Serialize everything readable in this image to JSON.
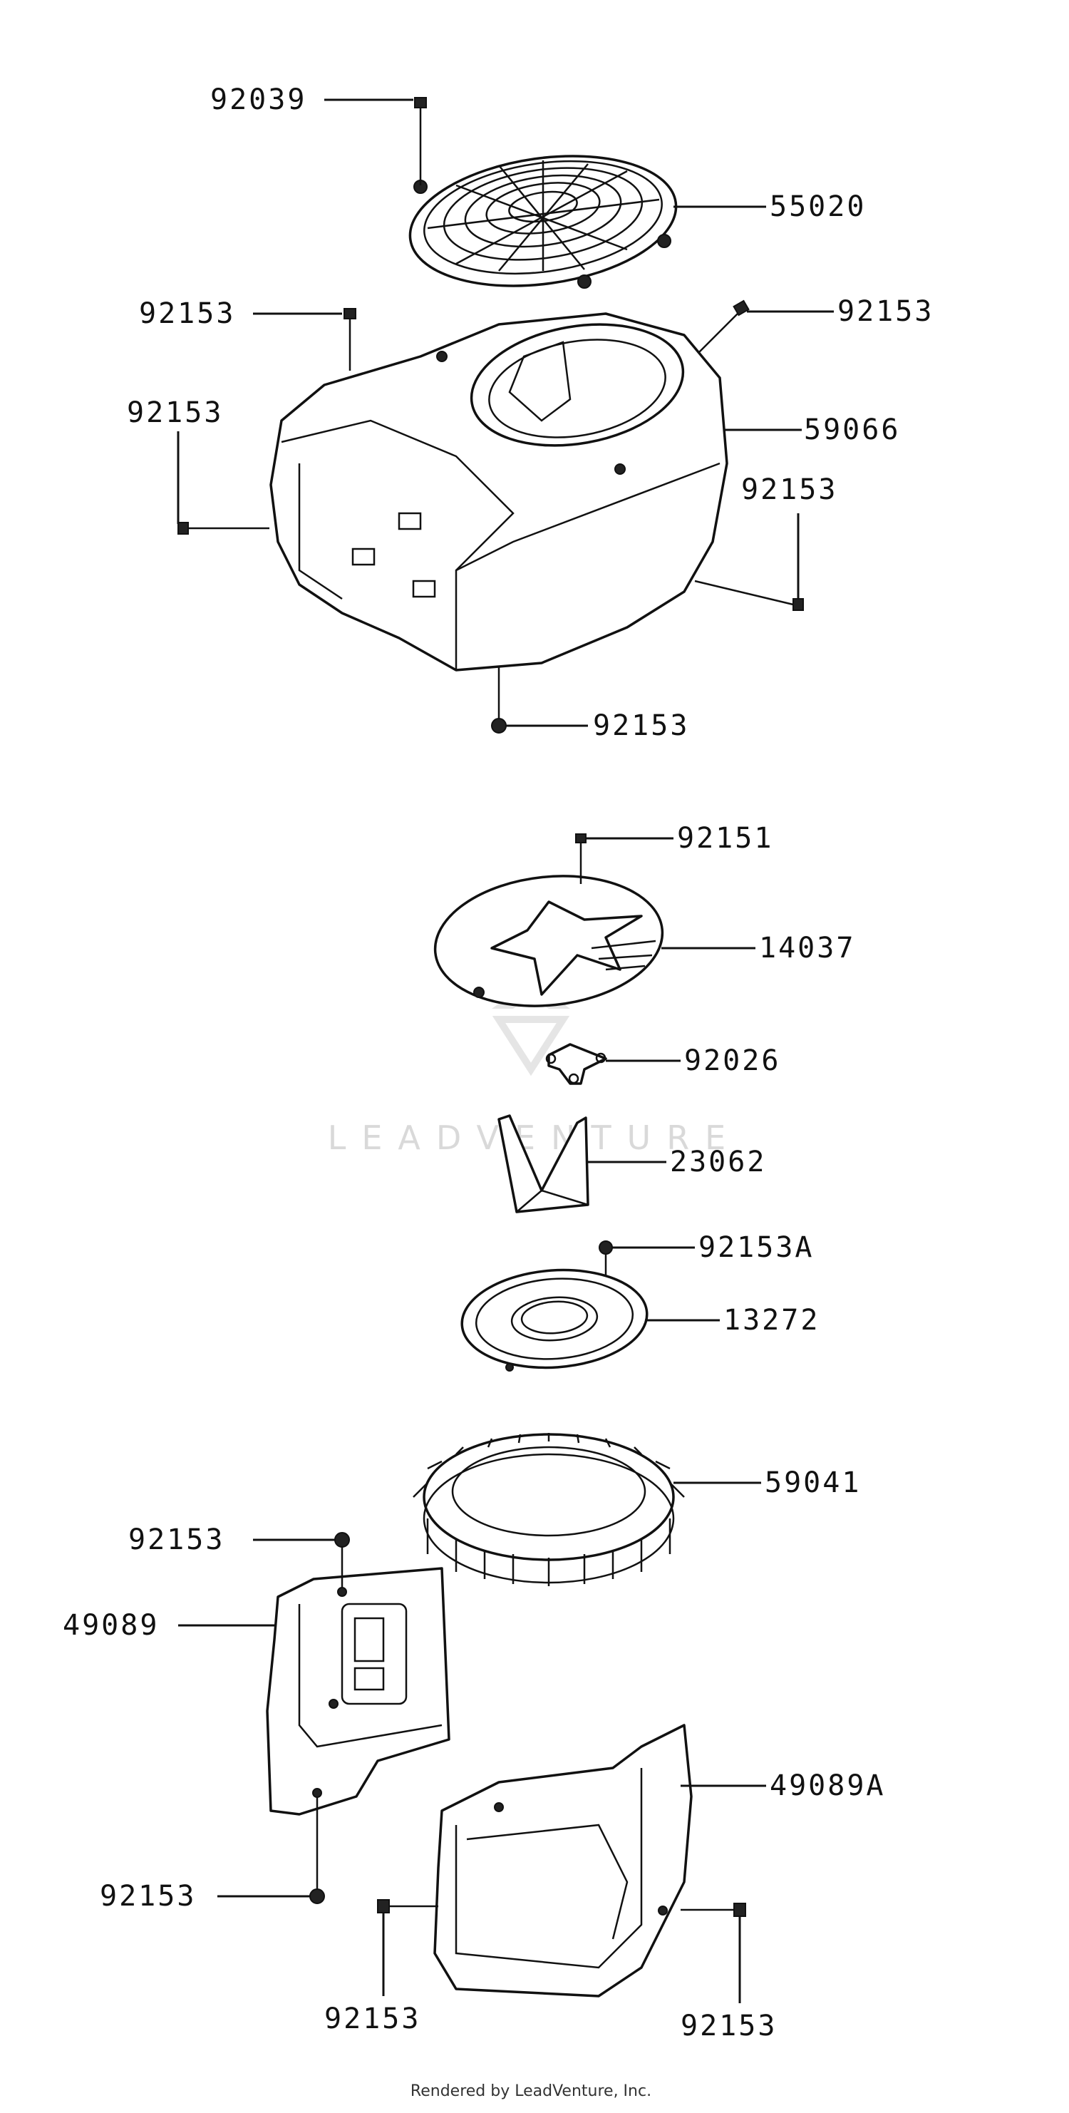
{
  "watermark": {
    "brand": "LEADVENTURE"
  },
  "footer": {
    "credit": "Rendered by LeadVenture, Inc."
  },
  "callouts": [
    {
      "id": "c-92039",
      "label": "92039"
    },
    {
      "id": "c-55020",
      "label": "55020"
    },
    {
      "id": "c-92153-a",
      "label": "92153"
    },
    {
      "id": "c-92153-b",
      "label": "92153"
    },
    {
      "id": "c-92153-c",
      "label": "92153"
    },
    {
      "id": "c-59066",
      "label": "59066"
    },
    {
      "id": "c-92153-d",
      "label": "92153"
    },
    {
      "id": "c-92153-e",
      "label": "92153"
    },
    {
      "id": "c-92151",
      "label": "92151"
    },
    {
      "id": "c-14037",
      "label": "14037"
    },
    {
      "id": "c-92026",
      "label": "92026"
    },
    {
      "id": "c-23062",
      "label": "23062"
    },
    {
      "id": "c-92153A",
      "label": "92153A"
    },
    {
      "id": "c-13272",
      "label": "13272"
    },
    {
      "id": "c-59041",
      "label": "59041"
    },
    {
      "id": "c-92153-f",
      "label": "92153"
    },
    {
      "id": "c-49089",
      "label": "49089"
    },
    {
      "id": "c-49089A",
      "label": "49089A"
    },
    {
      "id": "c-92153-g",
      "label": "92153"
    },
    {
      "id": "c-92153-h",
      "label": "92153"
    },
    {
      "id": "c-92153-i",
      "label": "92153"
    }
  ]
}
